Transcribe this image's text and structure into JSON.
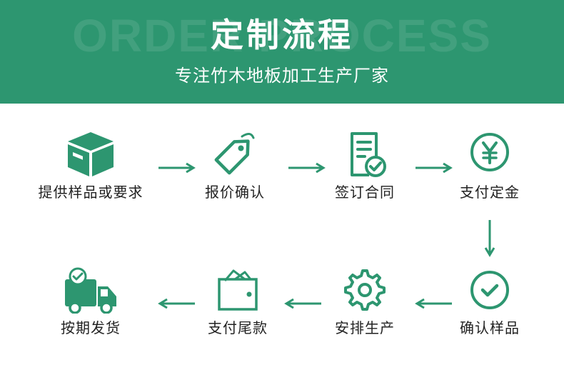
{
  "header": {
    "watermark": "ORDER PROCESS",
    "title": "定制流程",
    "subtitle": "专注竹木地板加工生产厂家"
  },
  "steps": [
    {
      "label": "提供样品或要求",
      "icon": "box-icon"
    },
    {
      "label": "报价确认",
      "icon": "price-tag-icon"
    },
    {
      "label": "签订合同",
      "icon": "contract-icon"
    },
    {
      "label": "支付定金",
      "icon": "yen-icon"
    },
    {
      "label": "确认样品",
      "icon": "check-circle-icon"
    },
    {
      "label": "安排生产",
      "icon": "gear-icon"
    },
    {
      "label": "支付尾款",
      "icon": "wallet-icon"
    },
    {
      "label": "按期发货",
      "icon": "delivery-truck-icon"
    }
  ],
  "colors": {
    "brand_green": "#2d9670",
    "text": "#222222"
  }
}
